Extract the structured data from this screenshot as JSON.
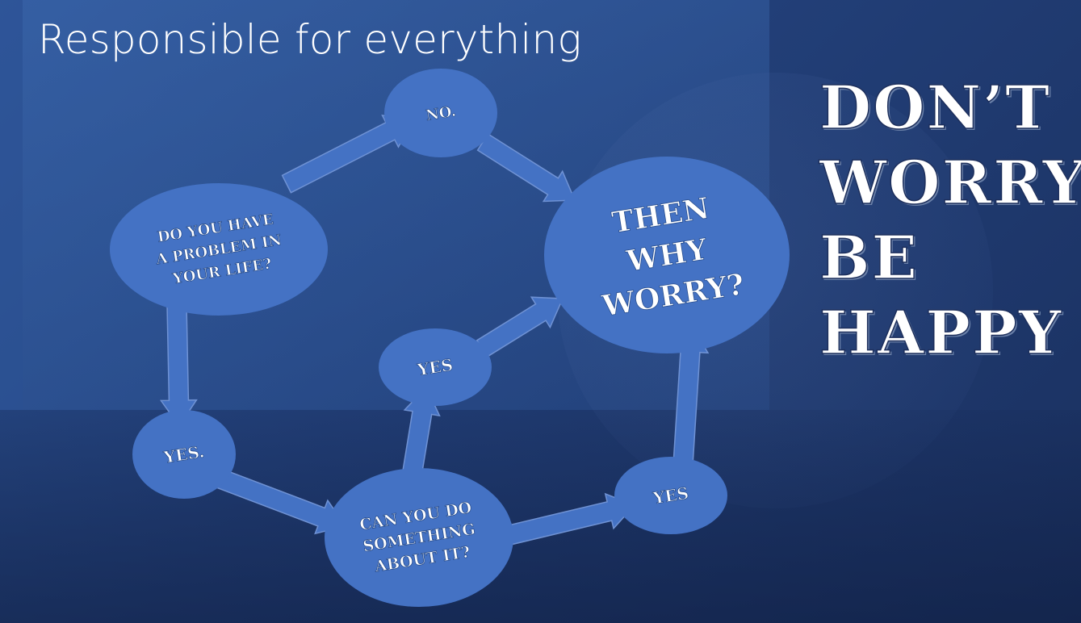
{
  "slide": {
    "title": "Responsible for everything",
    "slogan": [
      "DON’T",
      "WORRY",
      "BE",
      "HAPPY"
    ]
  },
  "diagram": {
    "nodes": {
      "problem": [
        "DO YOU HAVE",
        "A PROBLEM IN",
        "YOUR LIFE?"
      ],
      "no": [
        "NO."
      ],
      "then_why": [
        "THEN",
        "WHY",
        "WORRY?"
      ],
      "yes_left": [
        "YES."
      ],
      "can_you": [
        "CAN YOU DO",
        "SOMETHING",
        "ABOUT IT?"
      ],
      "yes_middle": [
        "YES"
      ],
      "yes_right": [
        "YES"
      ]
    }
  },
  "colors": {
    "node_fill": "#4472c4",
    "arrow_fill": "#4472c4",
    "arrow_stroke": "#6f92d4",
    "text": "#ffffff"
  }
}
